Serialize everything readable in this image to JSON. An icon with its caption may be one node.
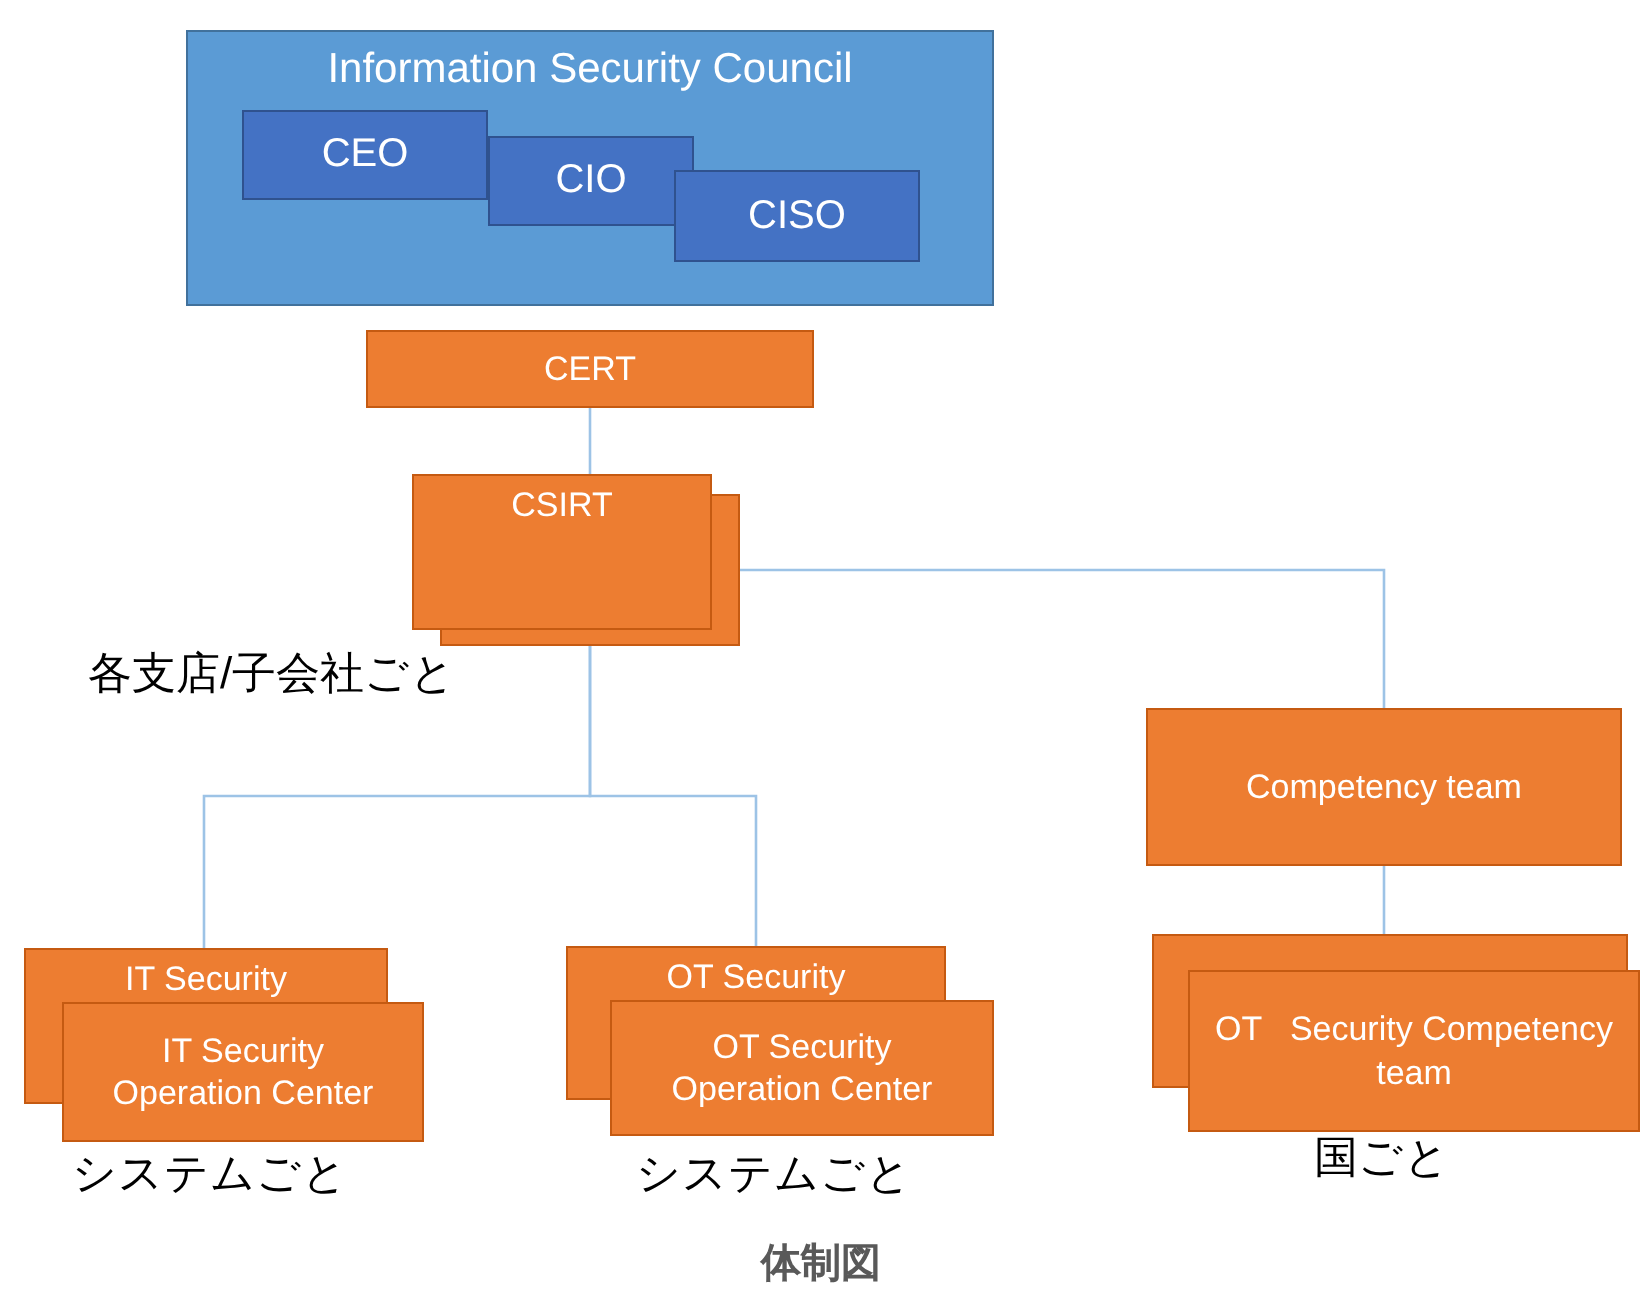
{
  "diagram": {
    "caption": "体制図",
    "nodes": [
      {
        "text": [
          "Information Security Council"
        ]
      },
      {
        "text": [
          "CEO"
        ],
        "in": 0
      },
      {
        "text": [
          "CIO"
        ],
        "in": 0
      },
      {
        "text": [
          "CISO"
        ],
        "in": 0
      },
      {
        "text": [
          "CERT"
        ]
      },
      {
        "text": [
          "CSIRT"
        ],
        "beside": [
          "各支店/子会社ごと"
        ]
      },
      {
        "text": [
          "Competency team"
        ]
      },
      {
        "text": [
          "IT Security",
          "IT Security Operation Center"
        ],
        "beside": [
          "システムごと"
        ]
      },
      {
        "text": [
          "OT Security",
          "OT Security Operation Center"
        ],
        "beside": [
          "システムごと"
        ]
      },
      {
        "text": [
          "OT   Security Competency team"
        ],
        "beside": [
          "国ごと"
        ]
      }
    ],
    "edges": [
      {
        "from": 4,
        "to": 5,
        "arrow": "none"
      },
      {
        "from": 5,
        "to": 6,
        "arrow": "none"
      },
      {
        "from": 5,
        "to": 7,
        "arrow": "none"
      },
      {
        "from": 5,
        "to": 8,
        "arrow": "none"
      },
      {
        "from": 6,
        "to": 9,
        "arrow": "none"
      }
    ]
  }
}
